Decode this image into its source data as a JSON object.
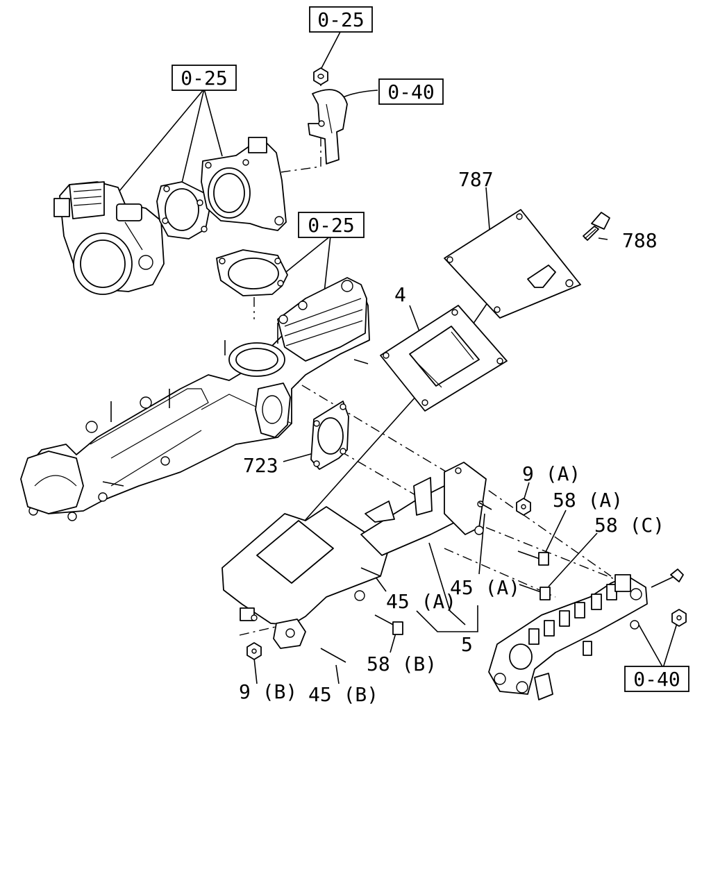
{
  "callouts": {
    "ref_top": "0-25",
    "ref_left": "0-25",
    "ref_bracket": "0-40",
    "ref_mid": "0-25",
    "ref_rail": "0-40",
    "p787": "787",
    "p788": "788",
    "p4": "4",
    "p723": "723",
    "p9a": "9 (A)",
    "p58a": "58 (A)",
    "p58c": "58 (C)",
    "p45a_1": "45 (A)",
    "p45a_2": "45 (A)",
    "p5": "5",
    "p58b": "58 (B)",
    "p9b": "9 (B)",
    "p45b": "45 (B)"
  }
}
